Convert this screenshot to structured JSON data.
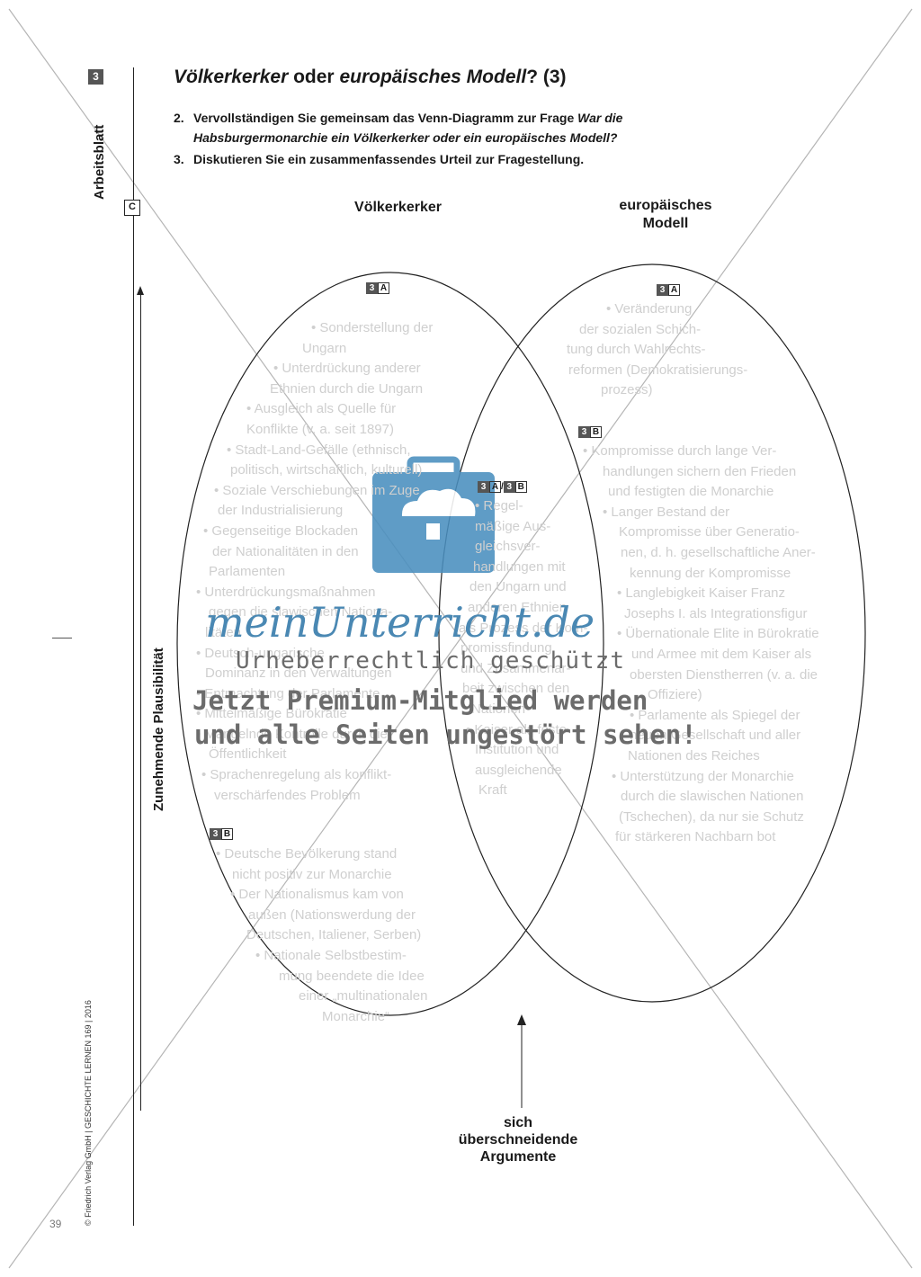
{
  "sidebar": {
    "sheet_number": "3",
    "arbeitsblatt": "Arbeitsblatt",
    "section_badge": "C",
    "axis_label": "Zunehmende Plausibilität",
    "copyright": "© Friedrich Verlag GmbH | GESCHICHTE LERNEN 169 | 2016",
    "page_number": "39"
  },
  "header": {
    "title_part1": "Völkerkerker",
    "title_part2": " oder ",
    "title_part3": "europäisches Modell",
    "title_part4": "? (3)"
  },
  "tasks": [
    {
      "number": "2.",
      "text": "Vervollständigen Sie gemeinsam das Venn-Diagramm zur Frage ",
      "italic": "War die"
    },
    {
      "number": "",
      "text": "",
      "italic": "Habsburgermonarchie ein Völkerkerker oder ein europäisches Modell?"
    },
    {
      "number": "3.",
      "text": "Diskutieren Sie ein zusammenfassendes Urteil zur Fragestellung.",
      "italic": ""
    }
  ],
  "diagram": {
    "left_label": "Völkerkerker",
    "right_label_line1": "europäisches",
    "right_label_line2": "Modell",
    "overlap_label_line1": "sich",
    "overlap_label_line2": "überschneidende",
    "overlap_label_line3": "Argumente",
    "source_num": "3",
    "source_a": "A",
    "source_b": "B",
    "source_sep": "/",
    "left_3a_lines": [
      "• Sonderstellung der",
      "Ungarn",
      "• Unterdrückung anderer",
      "Ethnien durch die Ungarn",
      "• Ausgleich als Quelle für",
      "Konflikte (v. a. seit 1897)",
      "• Stadt-Land-Gefälle (ethnisch,",
      "politisch, wirtschaftlich, kulturell)",
      "• Soziale Verschiebungen im Zuge",
      "der Industrialisierung",
      "• Gegenseitige Blockaden",
      "der Nationalitäten in den",
      "Parlamenten",
      "• Unterdrückungsmaßnahmen",
      "gegen die slawischen Nationa-",
      "litäten",
      "• Deutsch-ungarische",
      "Dominanz in den Verwaltungen",
      "• Entmachtung der Parlamente",
      "• Mittelmäßige Bürokratie",
      "• Mangelnde Kontrolle durch die",
      "Öffentlichkeit",
      "• Sprachenregelung als konflikt-",
      "verschärfendes Problem"
    ],
    "left_3b_lines": [
      "• Deutsche Bevölkerung stand",
      "nicht positiv zur Monarchie",
      "• Der Nationalismus kam von",
      "außen (Nationswerdung der",
      "Deutschen, Italiener, Serben)",
      "• Nationale Selbstbestim-",
      "mung beendete die Idee",
      "einer „multinationalen",
      "Monarchie“"
    ],
    "center_lines": [
      "• Regel-",
      "mäßige Aus-",
      "gleichsver-",
      "handlungen mit",
      "den Ungarn und",
      "anderen Ethnien",
      "als Prozess der Kom-",
      "promissfindung",
      "und Zusammenar-",
      "beit zwischen den",
      "Nationen",
      "• Kaiser als feste",
      "Institution und",
      "ausgleichende",
      "Kraft"
    ],
    "right_3a_lines": [
      "• Veränderung",
      "der sozialen Schich-",
      "tung durch Wahlrechts-",
      "reformen (Demokratisierungs-",
      "prozess)"
    ],
    "right_3b_lines": [
      "• Kompromisse durch lange Ver-",
      "handlungen sichern den Frieden",
      "und festigten die Monarchie",
      "• Langer Bestand der",
      "Kompromisse über Generatio-",
      "nen, d. h. gesellschaftliche Aner-",
      "kennung der Kompromisse",
      "• Langlebigkeit Kaiser Franz",
      "Josephs I. als Integrationsfigur",
      "• Übernationale Elite in Bürokratie",
      "und Armee mit dem Kaiser als",
      "obersten Dienstherren (v. a. die",
      "Offiziere)",
      "• Parlamente als Spiegel der",
      "neuen Gesellschaft und aller",
      "Nationen des Reiches",
      "• Unterstützung der Monarchie",
      "durch die slawischen Nationen",
      "(Tschechen), da nur sie Schutz",
      "für stärkeren Nachbarn bot"
    ]
  },
  "watermark": {
    "brand": "meinUnterricht.de",
    "line1": "Urheberrechtlich geschützt",
    "line2": "Jetzt Premium-Mitglied werden",
    "line3": "und alle Seiten ungestört sehen!",
    "brand_color": "#4a88b3",
    "text_color": "#6b6b6b"
  }
}
